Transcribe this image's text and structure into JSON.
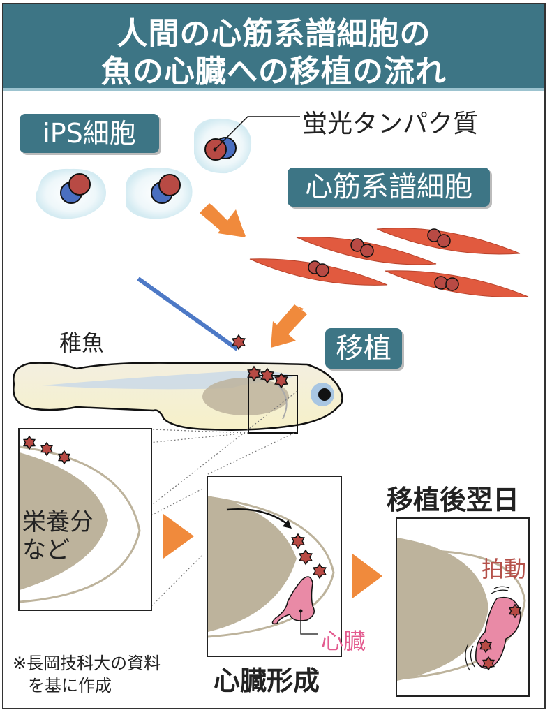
{
  "title": {
    "line1": "人間の心筋系譜細胞の",
    "line2": "魚の心臓への移植の流れ"
  },
  "labels": {
    "ips_cells": "iPS細胞",
    "fluorescent_protein": "蛍光タンパク質",
    "cardiac_lineage_cells": "心筋系譜細胞",
    "transplant": "移植",
    "larval_fish": "稚魚",
    "nutrients_line1": "栄養分",
    "nutrients_line2": "など",
    "heart": "心臓",
    "heart_formation": "心臓形成",
    "day_after_transplant": "移植後翌日",
    "beating": "拍動",
    "source_line1": "※長岡技科大の資料",
    "source_line2": "を基に作成"
  },
  "colors": {
    "title_bg": "#3d7585",
    "arrow_orange": "#f08a3c",
    "cell_red": "#e15a3f",
    "nucleus_red": "#b84a44",
    "nucleus_blue": "#4a6fc0",
    "yolk": "#bdb39c",
    "heart_pink": "#e98aa6",
    "heart_label_pink": "#e35b8f",
    "beating_label": "#b5514a",
    "needle_blue": "#4d79c6"
  }
}
